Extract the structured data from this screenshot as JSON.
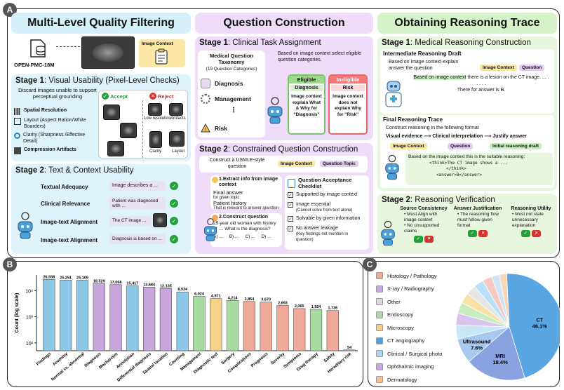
{
  "panels": {
    "a": "A",
    "b": "B",
    "c": "C"
  },
  "col1": {
    "title": "Multi-Level Quality Filtering",
    "dataset": "OPEN-PMC-18M",
    "image_context": "Image Context",
    "stage1": {
      "title_bold": "Stage 1",
      "title_rest": ": Visual Usability (Pixel-Level Checks)",
      "desc": "Discard images unable to support perceptual grounding",
      "criteria": [
        "Spatial Resolution",
        "Layout (Aspect Ration/White Boarders)",
        "Clarity (Sharpness /Effective Detail)",
        "Compression Artifacts"
      ],
      "accept": "Accept",
      "reject": "Reject",
      "reject_labels": [
        "Low resolution",
        "Artifacts",
        "Clarity",
        "Layout"
      ]
    },
    "stage2": {
      "title_bold": "Stage 2",
      "title_rest": ": Text & Context Usability",
      "rows": [
        {
          "label": "Textual Adequacy",
          "box": "Image describes a ..."
        },
        {
          "label": "Clinical Relevance",
          "box": "Patient was diagnosed with ..."
        },
        {
          "label": "Image-text Alignment",
          "box": "The CT image ..."
        },
        {
          "label": "Image-text Alignment",
          "box": "Diagnosis is based on ..."
        }
      ]
    }
  },
  "col2": {
    "title": "Question Construction",
    "stage1": {
      "title_bold": "Stage 1",
      "title_rest": ": Clinical Task Assignment",
      "taxonomy_title": "Medical Question Taxonomy",
      "taxonomy_sub": "(19 Question Categories)",
      "items": [
        "Diagnosis",
        "Management",
        "⋮",
        "Risk"
      ],
      "prompt": "Based on image context select eligible question categories.",
      "eligible": {
        "head": "Eligible",
        "cat": "Diagnosis",
        "text": "Image context explain What & Why for \"Diagnosis\""
      },
      "ineligible": {
        "head": "Ineligible",
        "cat": "Risk",
        "text": "Image context does not explain Why for \"Risk\""
      }
    },
    "stage2": {
      "title_bold": "Stage 2",
      "title_rest": ": Constrained Question Construction",
      "prompt": "Construct a USMLE-style question",
      "tag1": "Image Context",
      "tag2": "Question Topic",
      "step1_title": "1.Extract info from image context",
      "step1_a": "Final answer",
      "step1_a_sub": "for given topic",
      "step1_b": "Patient history",
      "step1_b_sub": "That is relevant to answer question",
      "step2_title": "2.Construct question",
      "step2_text": "25-year old woman with history of .... What is the diagnosis?",
      "options": "A) ...     B) ...     C) ...     D) ...",
      "checklist_title": "Question Acceptance Checklist",
      "checklist": [
        {
          "t": "Supported by image context",
          "s": ""
        },
        {
          "t": "Image essential",
          "s": "(Cannot solve from text alone)"
        },
        {
          "t": "Solvable by given information",
          "s": ""
        },
        {
          "t": "No answer leakage",
          "s": "(Key findings not mention in question)"
        }
      ]
    }
  },
  "col3": {
    "title": "Obtaining Reasoning Trace",
    "stage1": {
      "title_bold": "Stage 1",
      "title_rest": ": Medical Reasoning Construction",
      "draft_title": "Intermediate Reasoning Draft",
      "draft_prompt": "Based on image context explain answer the question",
      "tag1": "Image Context",
      "tag2": "Question",
      "draft_resp_1": "Based on image context",
      "draft_resp_2": " there is a lesion on the CT image. ... .",
      "draft_resp_3": "There for answer is B.",
      "final_title": "Final Reasoning Trace",
      "final_prompt": "Construct reasoning in the following format",
      "flow": "Visual evidence ⟶ Clinical interpretation ⟶ Justify answer",
      "ftag1": "Image Context",
      "ftag2": "Question",
      "ftag3": "Initial reasoning draft",
      "final_resp": "Based on the image context this is the suitable reasoning:",
      "think1": "<think>The CT image shows a ...",
      "think2": "</think>",
      "think3": "<answer>B</answer>"
    },
    "stage2": {
      "title_bold": "Stage 2",
      "title_rest": ": Reasoning Verification",
      "cols": [
        {
          "head": "Source Consistency",
          "items": [
            "Must Align with image context",
            "No unsupported claims"
          ]
        },
        {
          "head": "Answer Justification",
          "items": [
            "The reasoning flow must follow given format"
          ]
        },
        {
          "head": "Reasoning Utility",
          "items": [
            "Must not state unnecessary explanation"
          ]
        }
      ]
    }
  },
  "chart_data": [
    {
      "type": "bar",
      "ylabel": "Count (log scale)",
      "yscale": "log",
      "ylim": [
        50,
        40000
      ],
      "yticks": [
        "10²",
        "10³",
        "10⁴"
      ],
      "categories": [
        "Findings",
        "Anatomy",
        "Normal vs. abnormal",
        "Diagnosis",
        "Mechanism",
        "Annotation",
        "Differential diagnosis",
        "Spatial location",
        "Counting",
        "Management",
        "Diagnostic test",
        "Surgery",
        "Complications",
        "Prognosis",
        "Severity",
        "Symptoms",
        "Drug therapy",
        "Safety",
        "Hereditary risk"
      ],
      "values": [
        26938,
        25251,
        25109,
        18529,
        17068,
        15417,
        13684,
        12135,
        8934,
        6024,
        4971,
        4214,
        3854,
        3670,
        2693,
        2065,
        1924,
        1736,
        54
      ],
      "labels": [
        "26,938",
        "25,251",
        "25,109",
        "18,529",
        "17,068",
        "15,417",
        "13,684",
        "12,135",
        "8,934",
        "6,024",
        "4,971",
        "4,214",
        "3,854",
        "3,670",
        "2,693",
        "2,065",
        "1,924",
        "1,736",
        "54"
      ],
      "colors": [
        "#8cc8e8",
        "#8cc8e8",
        "#8cc8e8",
        "#c6a6dc",
        "#c6a6dc",
        "#8cc8e8",
        "#c6a6dc",
        "#c6a6dc",
        "#8cc8e8",
        "#a6dca0",
        "#f5d28a",
        "#a6dca0",
        "#f0a898",
        "#f0a898",
        "#f0a898",
        "#f0a898",
        "#a6dca0",
        "#f0a898",
        "#f0a898"
      ]
    },
    {
      "type": "pie",
      "legend": [
        "Histology / Pathology",
        "X-ray / Radiography",
        "Other",
        "Endoscopy",
        "Microscopy",
        "CT angiography",
        "Clinical / Surgical photo",
        "Ophthalmic imaging",
        "Dermatology"
      ],
      "legend_colors": [
        "#f0a898",
        "#c6a6dc",
        "#d8d8d8",
        "#a6dca0",
        "#f5d28a",
        "#4aa0e0",
        "#a8d8f0",
        "#c6a6dc",
        "#f9c0a0"
      ],
      "slices": [
        {
          "label": "CT",
          "value": 46.1,
          "color": "#5aa6e2"
        },
        {
          "label": "MRI",
          "value": 18.4,
          "color": "#8aa2e0"
        },
        {
          "label": "Ultrasound",
          "value": 7.6,
          "color": "#a8c8f0"
        },
        {
          "label": "",
          "value": 4.2,
          "color": "#c8e6f6"
        },
        {
          "label": "",
          "value": 3.6,
          "color": "#d8c4ee"
        },
        {
          "label": "",
          "value": 3.4,
          "color": "#c6ecc0"
        },
        {
          "label": "",
          "value": 3.2,
          "color": "#f8e0a8"
        },
        {
          "label": "",
          "value": 3.0,
          "color": "#e6e6e6"
        },
        {
          "label": "",
          "value": 3.0,
          "color": "#b8e0f8"
        },
        {
          "label": "",
          "value": 2.9,
          "color": "#f6c8c0"
        },
        {
          "label": "",
          "value": 2.4,
          "color": "#cfe4f4"
        },
        {
          "label": "",
          "value": 2.2,
          "color": "#f7d6b6"
        }
      ],
      "slice_labels": {
        "ct": "CT",
        "ct_pct": "46.1%",
        "mri": "MRI",
        "mri_pct": "18.4%",
        "us": "Ultrasound",
        "us_pct": "7.6%"
      }
    }
  ]
}
